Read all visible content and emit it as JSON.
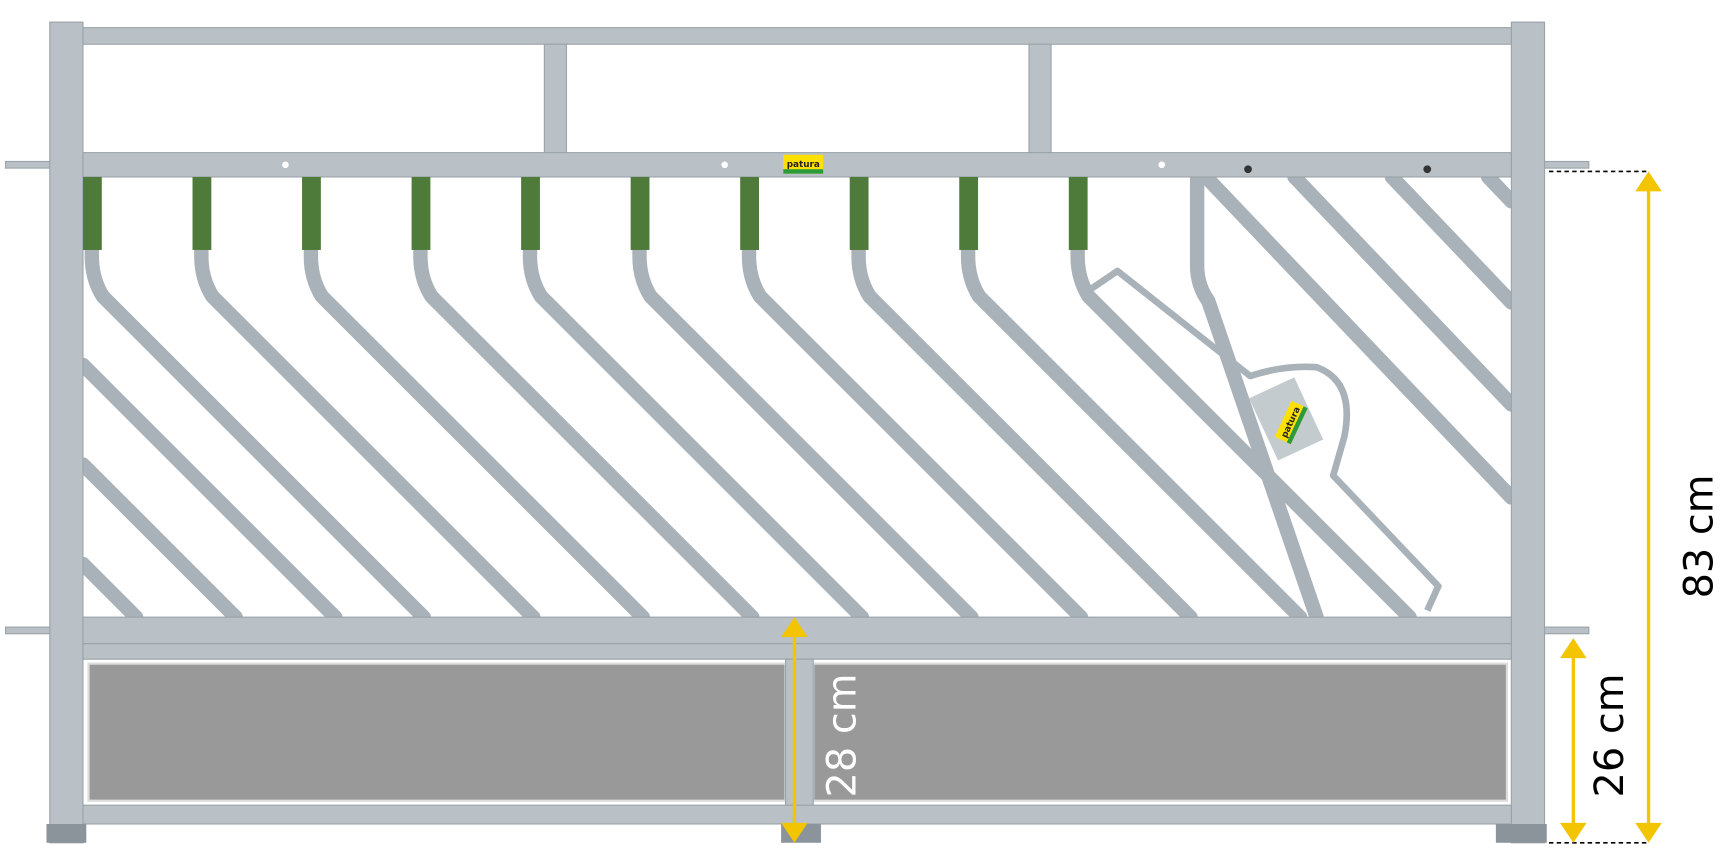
{
  "logo": {
    "text": "patura"
  },
  "dimensions": {
    "total_height": "83 cm",
    "ground_clearance": "26 cm",
    "panel_height": "28 cm"
  },
  "colors": {
    "dimension": "#f2c500",
    "sleeve": "#4e7a3a",
    "panel": "#999999",
    "steel": "#b9c1c6"
  }
}
